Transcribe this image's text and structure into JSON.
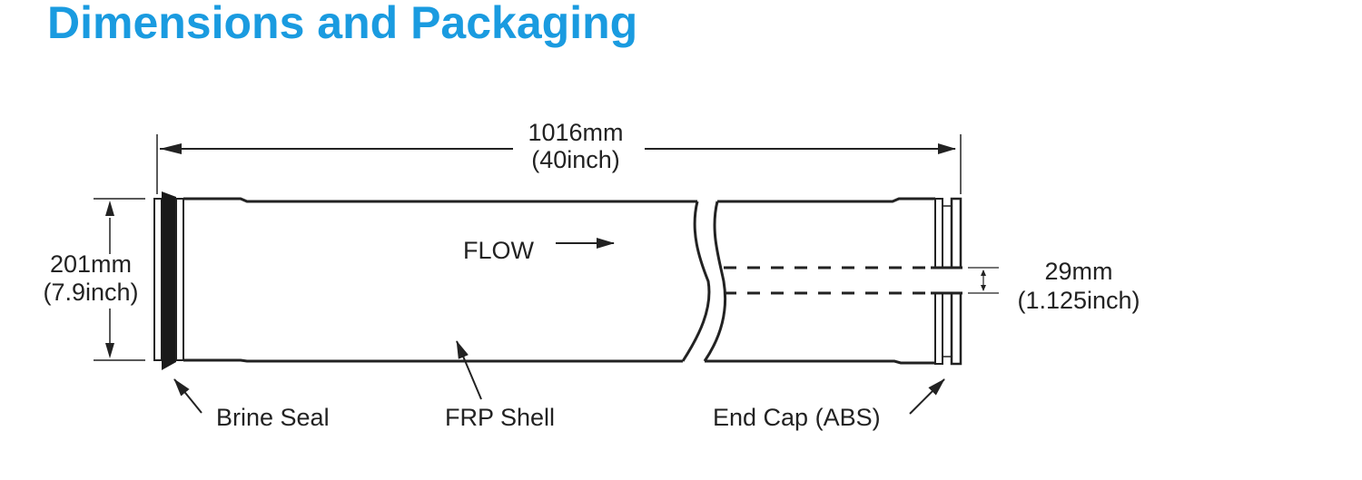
{
  "title": "Dimensions and Packaging",
  "colors": {
    "title": "#1a9be0",
    "line": "#222222"
  },
  "diagram": {
    "length": {
      "mm": "1016mm",
      "inch": "(40inch)"
    },
    "diameter": {
      "mm": "201mm",
      "inch": "(7.9inch)"
    },
    "bore": {
      "mm": "29mm",
      "inch": "(1.125inch)"
    },
    "flow_label": "FLOW",
    "labels": {
      "brine_seal": "Brine Seal",
      "frp_shell": "FRP Shell",
      "end_cap": "End Cap (ABS)"
    }
  }
}
